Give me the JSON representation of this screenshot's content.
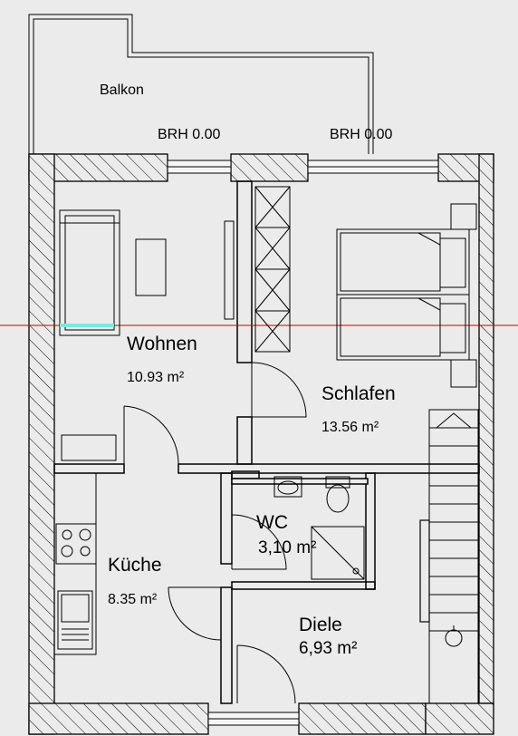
{
  "plan": {
    "labels": {
      "balcony": "Balkon",
      "brh_left": "BRH 0.00",
      "brh_right": "BRH 0.00"
    },
    "rooms": [
      {
        "name": "Wohnen",
        "area": "10.93 m²"
      },
      {
        "name": "Schlafen",
        "area": "13.56 m²"
      },
      {
        "name": "WC",
        "area": "3,10 m²"
      },
      {
        "name": "Küche",
        "area": "8.35 m²"
      },
      {
        "name": "Diele",
        "area": "6,93 m²"
      }
    ],
    "colors": {
      "background": "#ebebeb",
      "lines": "#000000",
      "hatch": "#000000",
      "guide_line": "#d00000",
      "highlight": "#7fe6e6"
    }
  }
}
